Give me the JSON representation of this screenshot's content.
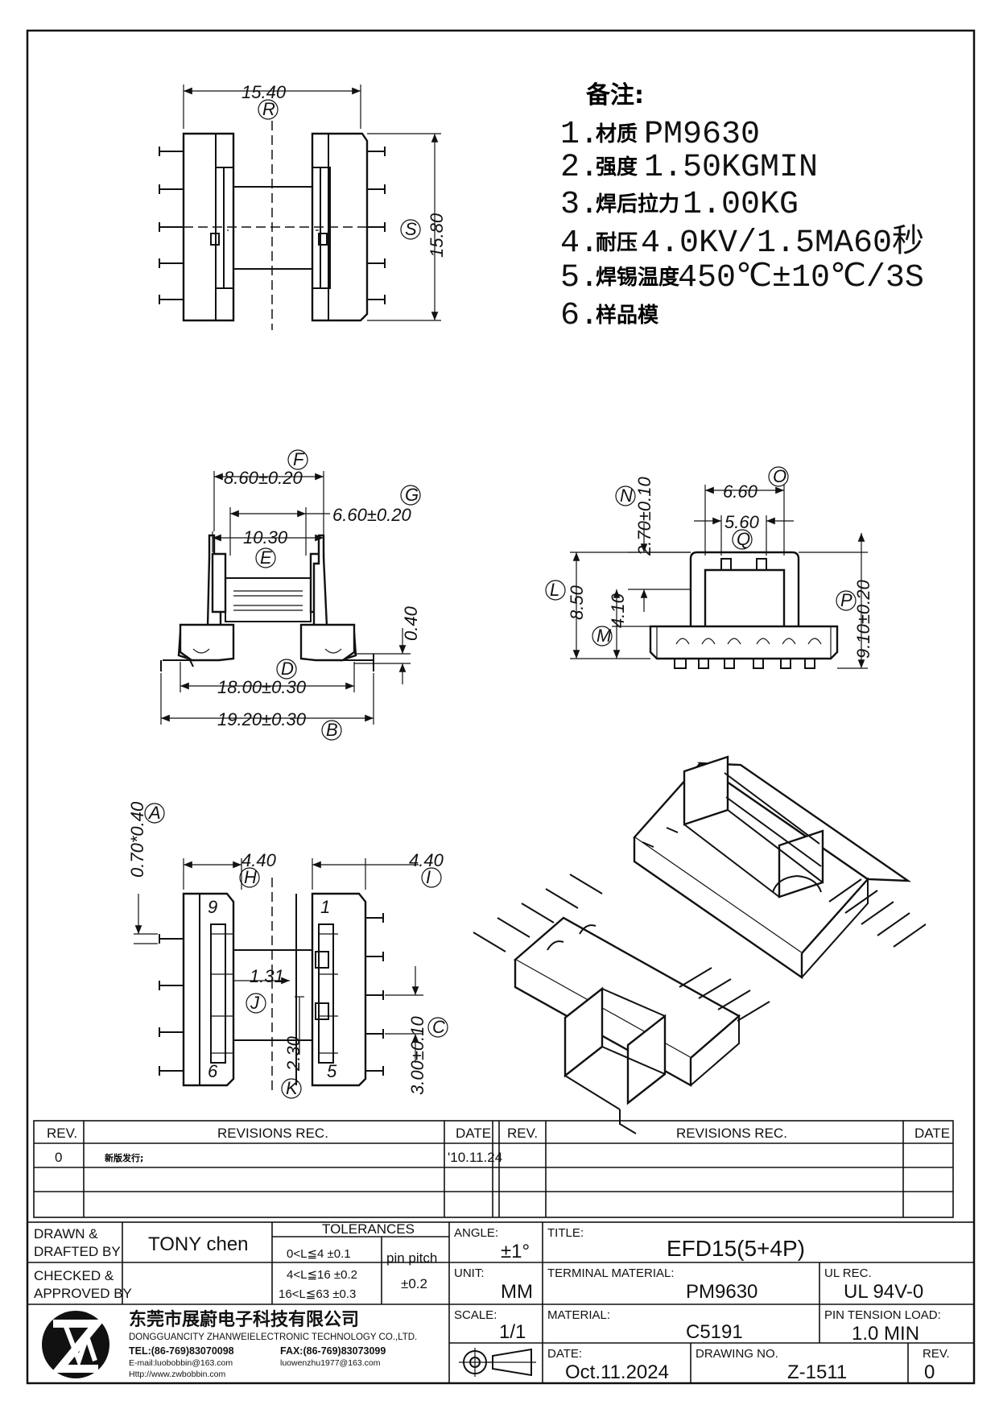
{
  "notes": {
    "title": "备注:",
    "items": [
      {
        "num": "1.",
        "label": "材质",
        "value": "PM9630"
      },
      {
        "num": "2.",
        "label": "强度",
        "value": "1.50KGMIN"
      },
      {
        "num": "3.",
        "label": "焊后拉力",
        "value": "1.00KG"
      },
      {
        "num": "4.",
        "label": "耐压",
        "value": "4.0KV/1.5MA60秒"
      },
      {
        "num": "5.",
        "label": "焊锡温度",
        "value": "450℃±10℃/3S"
      },
      {
        "num": "6.",
        "label": "样品模",
        "value": ""
      }
    ]
  },
  "dimensions": {
    "top_width": "15.40",
    "top_width_tag": "R",
    "top_height": "15.80",
    "top_height_tag": "S",
    "F_val": "8.60±0.20",
    "F_tag": "F",
    "G_val": "6.60±0.20",
    "G_tag": "G",
    "E_val": "10.30",
    "E_tag": "E",
    "h040": "0.40",
    "D_val": "18.00±0.30",
    "D_tag": "D",
    "B_val": "19.20±0.30",
    "B_tag": "B",
    "N_val": "2.70±0.10",
    "N_tag": "N",
    "O_val": "6.60",
    "O_tag": "O",
    "Q_val": "5.60",
    "Q_tag": "Q",
    "L_val": "8.50",
    "L_tag": "L",
    "M_val": "4.10",
    "M_tag": "M",
    "P_val": "9.10±0.20",
    "P_tag": "P",
    "A_val": "0.70*0.40",
    "A_tag": "A",
    "H_val": "4.40",
    "H_tag": "H",
    "I_val": "4.40",
    "I_tag": "I",
    "J_val": "1.31",
    "J_tag": "J",
    "C_val": "3.00±0.10",
    "C_tag": "C",
    "K_val": "2.30",
    "K_tag": "K",
    "pin9": "9",
    "pin1": "1",
    "pin6": "6",
    "pin5": "5"
  },
  "revisions": {
    "headers": {
      "rev": "REV.",
      "rec": "REVISIONS    REC.",
      "date": "DATE"
    },
    "rows": [
      {
        "rev": "0",
        "rec": "新版发行;",
        "date": "'10.11.24"
      }
    ]
  },
  "title_block": {
    "drawn_label_1": "DRAWN &",
    "drawn_label_2": "DRAFTED BY",
    "drawn_by": "TONY chen",
    "checked_label_1": "CHECKED &",
    "checked_label_2": "APPROVED BY",
    "tol_title": "TOLERANCES",
    "tol_rows": [
      "0<L≦4    ±0.1",
      "4<L≦16  ±0.2",
      "16<L≦63  ±0.3"
    ],
    "pin_pitch_label": "pin pitch",
    "pin_pitch_val": "±0.2",
    "angle_label": "ANGLE:",
    "angle_val": "±1°",
    "unit_label": "UNIT:",
    "unit_val": "MM",
    "scale_label": "SCALE:",
    "scale_val": "1/1",
    "title_label": "TITLE:",
    "title_val": "EFD15(5+4P)",
    "terminal_label": "TERMINAL MATERIAL:",
    "terminal_val": "PM9630",
    "ul_label": "UL REC.",
    "ul_val": "UL 94V-0",
    "material_label": "MATERIAL:",
    "material_val": "C5191",
    "pin_tension_label": "PIN TENSION LOAD:",
    "pin_tension_val": "1.0 MIN",
    "date_label": "DATE:",
    "date_val": "Oct.11.2024",
    "drawing_no_label": "DRAWING NO.",
    "drawing_no_val": "Z-1511",
    "rev_label": "REV.",
    "rev_val": "0"
  },
  "company": {
    "name_cn": "东莞市展蔚电子科技有限公司",
    "name_en": "DONGGUANCITY ZHANWEIELECTRONIC TECHNOLOGY CO.,LTD.",
    "tel": "TEL:(86-769)83070098",
    "fax": "FAX:(86-769)83073099",
    "email": "E-mail:luobobbin@163.com",
    "email2": "luowenzhu1977@163.com",
    "web": "Http://www.zwbobbin.com"
  }
}
